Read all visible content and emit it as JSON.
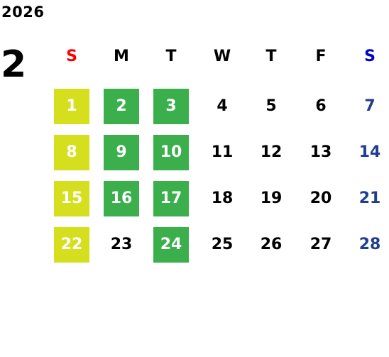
{
  "year": "2026",
  "month": "2",
  "weekdays": [
    {
      "label": "S",
      "color": "#ff0000"
    },
    {
      "label": "M",
      "color": "#000000"
    },
    {
      "label": "T",
      "color": "#000000"
    },
    {
      "label": "W",
      "color": "#000000"
    },
    {
      "label": "T",
      "color": "#000000"
    },
    {
      "label": "F",
      "color": "#000000"
    },
    {
      "label": "S",
      "color": "#0000cc"
    }
  ],
  "colors": {
    "sunday_highlight": "#d5df1e",
    "weekday_highlight": "#3aaf4c",
    "saturday_text": "#1f3e8f",
    "default_text": "#000000",
    "highlight_text": "#ffffff"
  },
  "weeks": [
    [
      {
        "day": "1",
        "highlight": "yellow"
      },
      {
        "day": "2",
        "highlight": "green"
      },
      {
        "day": "3",
        "highlight": "green"
      },
      {
        "day": "4",
        "highlight": ""
      },
      {
        "day": "5",
        "highlight": ""
      },
      {
        "day": "6",
        "highlight": ""
      },
      {
        "day": "7",
        "highlight": ""
      }
    ],
    [
      {
        "day": "8",
        "highlight": "yellow"
      },
      {
        "day": "9",
        "highlight": "green"
      },
      {
        "day": "10",
        "highlight": "green"
      },
      {
        "day": "11",
        "highlight": ""
      },
      {
        "day": "12",
        "highlight": ""
      },
      {
        "day": "13",
        "highlight": ""
      },
      {
        "day": "14",
        "highlight": ""
      }
    ],
    [
      {
        "day": "15",
        "highlight": "yellow"
      },
      {
        "day": "16",
        "highlight": "green"
      },
      {
        "day": "17",
        "highlight": "green"
      },
      {
        "day": "18",
        "highlight": ""
      },
      {
        "day": "19",
        "highlight": ""
      },
      {
        "day": "20",
        "highlight": ""
      },
      {
        "day": "21",
        "highlight": ""
      }
    ],
    [
      {
        "day": "22",
        "highlight": "yellow"
      },
      {
        "day": "23",
        "highlight": ""
      },
      {
        "day": "24",
        "highlight": "green"
      },
      {
        "day": "25",
        "highlight": ""
      },
      {
        "day": "26",
        "highlight": ""
      },
      {
        "day": "27",
        "highlight": ""
      },
      {
        "day": "28",
        "highlight": ""
      }
    ]
  ]
}
